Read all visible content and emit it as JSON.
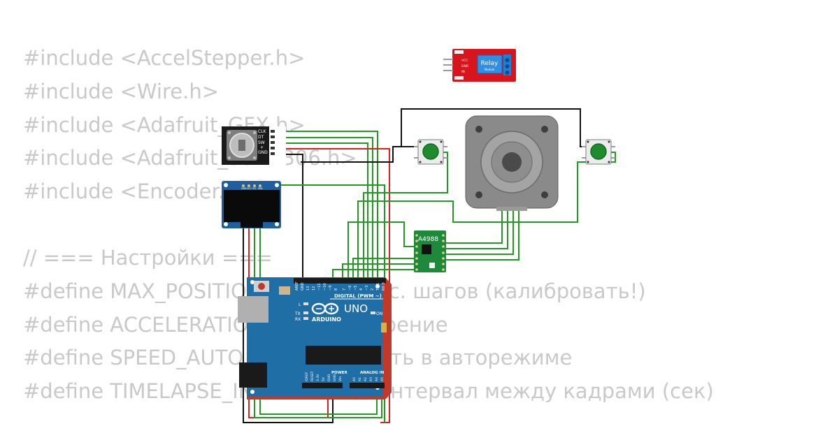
{
  "code_lines": [
    "#include <AccelStepper.h>",
    "#include <Wire.h>",
    "#include <Adafruit_GFX.h>",
    "#include <Adafruit_SSD1306.h>",
    "#include <Encoder.h>",
    "",
    "// === Настройки ===",
    "#define MAX_POSITION 2000 // Макс. шагов (калибровать!)",
    "#define ACCELERATION 500 // Ускорение",
    "#define SPEED_AUTO 300 // Скорость в авторежиме",
    "#define TIMELAPSE_INTERVAL 5 // Интервал между кадрами (сек)"
  ],
  "relay": {
    "title": "Relay",
    "subtitle": "Module",
    "pins": [
      "VCC",
      "GND",
      "IN"
    ]
  },
  "encoder": {
    "pins": [
      "CLK",
      "DT",
      "SW",
      "+",
      "GND"
    ]
  },
  "oled": {
    "pins": [
      "GND",
      "VCC",
      "SCL",
      "SDA"
    ]
  },
  "driver": {
    "label": "A4988"
  },
  "arduino": {
    "board": "UNO",
    "brand": "ARDUINO",
    "digital_header": "DIGITAL (PWM ~)",
    "power_header": "POWER",
    "analog_header": "ANALOG IN",
    "on_label": "ON",
    "led_l": "L",
    "led_tx": "TX",
    "led_rx": "RX",
    "digital_pins": [
      "AREF",
      "GND",
      "13",
      "12",
      "~11",
      "~10",
      "~9",
      "8",
      "7",
      "~6",
      "~5",
      "4",
      "~3",
      "2",
      "TX 1",
      "RX 0"
    ],
    "power_pins": [
      "IOREF",
      "RESET",
      "3.3V",
      "5V",
      "GND",
      "GND",
      "Vin"
    ],
    "analog_pins": [
      "A0",
      "A1",
      "A2",
      "A3",
      "A4",
      "A5"
    ]
  },
  "colors": {
    "code_text": "#c9c9c9",
    "wire_green": "#1f9d1f",
    "wire_red": "#e02020",
    "wire_black": "#111111",
    "board_blue": "#1f6ea5",
    "relay_red": "#d8141c",
    "driver_green": "#1c8a3a"
  }
}
